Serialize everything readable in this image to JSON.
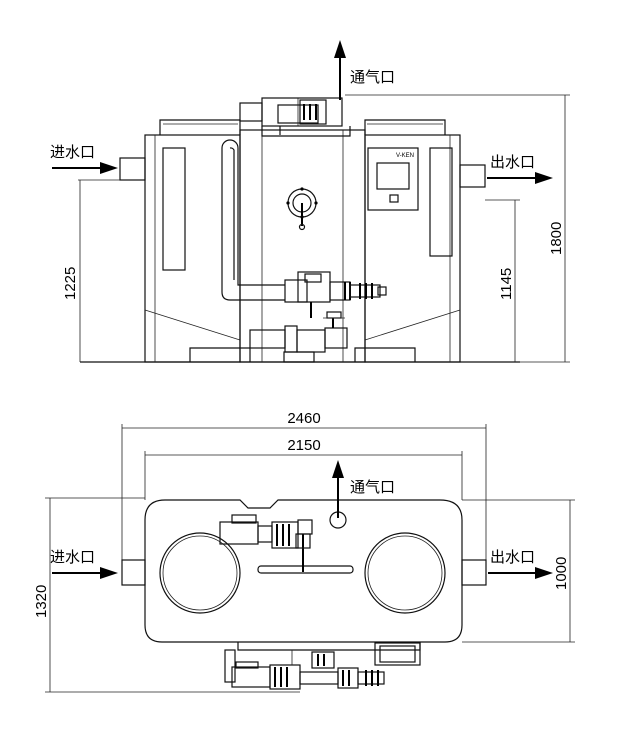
{
  "front_view": {
    "inlet_label": "进水口",
    "outlet_label": "出水口",
    "vent_label": "通气口",
    "dim_inlet_height": "1225",
    "dim_outlet_height": "1145",
    "dim_total_height": "1800",
    "panel_brand": "V-KEN"
  },
  "top_view": {
    "inlet_label": "进水口",
    "outlet_label": "出水口",
    "vent_label": "通气口",
    "dim_overall_width": "2460",
    "dim_tank_width": "2150",
    "dim_overall_depth": "1320",
    "dim_tank_depth": "1000"
  }
}
